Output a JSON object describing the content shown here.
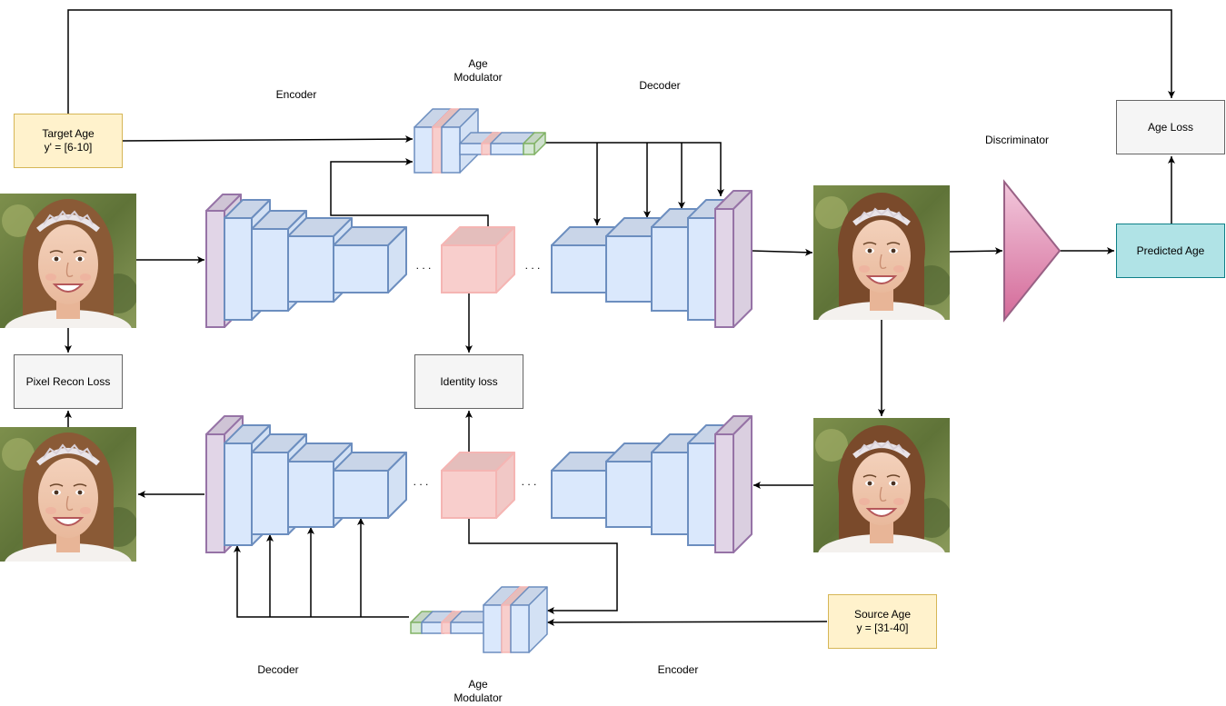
{
  "labels": {
    "encoder_top": "Encoder",
    "decoder_top": "Decoder",
    "modulator_top_line1": "Age",
    "modulator_top_line2": "Modulator",
    "discriminator": "Discriminator",
    "decoder_bottom": "Decoder",
    "encoder_bottom": "Encoder",
    "modulator_bottom_line1": "Age",
    "modulator_bottom_line2": "Modulator",
    "ellipsis": ". . ."
  },
  "boxes": {
    "target_age_line1": "Target Age",
    "target_age_line2": "y' = [6-10]",
    "source_age_line1": "Source Age",
    "source_age_line2": "y = [31-40]",
    "age_loss": "Age Loss",
    "predicted_age": "Predicted Age",
    "pixel_recon_loss": "Pixel Recon Loss",
    "identity_loss": "Identity loss"
  },
  "colors": {
    "layer_fill": "#dae8fc",
    "layer_stroke": "#6c8ebf",
    "end_layer_fill": "#e1d5e7",
    "end_layer_stroke": "#9673a6",
    "latent_fill": "#f8cecc",
    "latent_stroke": "#f5b5b3",
    "green_fill": "#d5e8d4",
    "green_stroke": "#82b366",
    "age_box_fill": "#fff2cc",
    "age_box_stroke": "#d6b656",
    "loss_box_fill": "#f5f5f5",
    "loss_box_stroke": "#666666",
    "predicted_fill": "#b0e3e6",
    "predicted_stroke": "#0e8088",
    "discriminator_fill": "#e6a3c3",
    "discriminator_stroke": "#996185"
  },
  "images": [
    {
      "name": "input-face-photo",
      "description": "adult woman"
    },
    {
      "name": "reconstructed-face-photo",
      "description": "adult woman"
    },
    {
      "name": "aged-output-face-photo",
      "description": "young girl"
    },
    {
      "name": "aged-copy-face-photo",
      "description": "young girl"
    }
  ]
}
